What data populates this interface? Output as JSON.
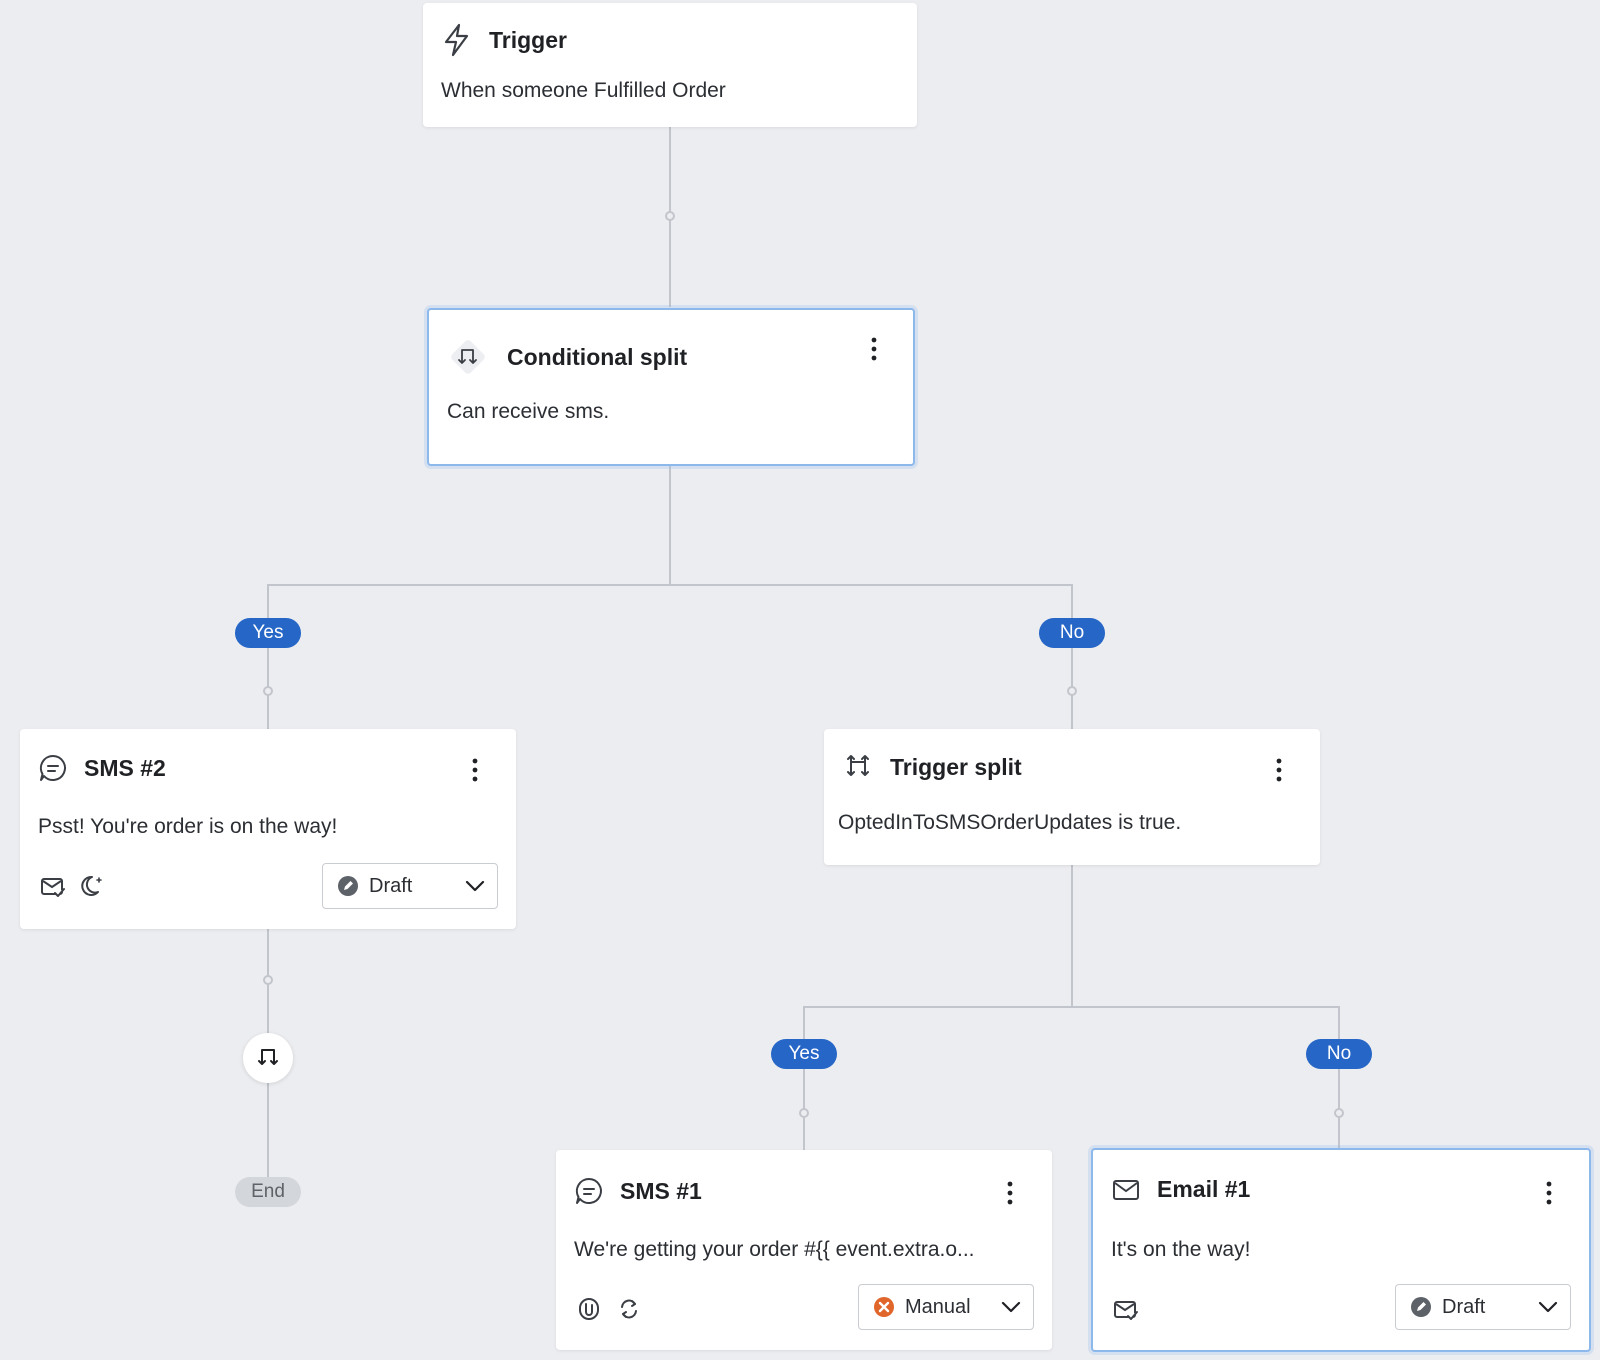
{
  "trigger": {
    "title": "Trigger",
    "description": "When someone Fulfilled Order"
  },
  "conditional_split": {
    "title": "Conditional split",
    "description": "Can receive sms."
  },
  "branches": {
    "top_yes": "Yes",
    "top_no": "No",
    "inner_yes": "Yes",
    "inner_no": "No",
    "end": "End"
  },
  "sms2": {
    "title": "SMS #2",
    "description": "Psst! You're order is on the way!",
    "status": "Draft"
  },
  "trigger_split": {
    "title": "Trigger split",
    "description": "OptedInToSMSOrderUpdates is true."
  },
  "sms1": {
    "title": "SMS #1",
    "description": "We're getting your order #{{ event.extra.o...",
    "status": "Manual"
  },
  "email1": {
    "title": "Email #1",
    "description": "It's on the way!",
    "status": "Draft"
  },
  "colors": {
    "branch_pill": "#2566c7",
    "selected_border": "#8cb8ec",
    "manual_status": "#e0662c",
    "connector": "#c2c6cc"
  }
}
